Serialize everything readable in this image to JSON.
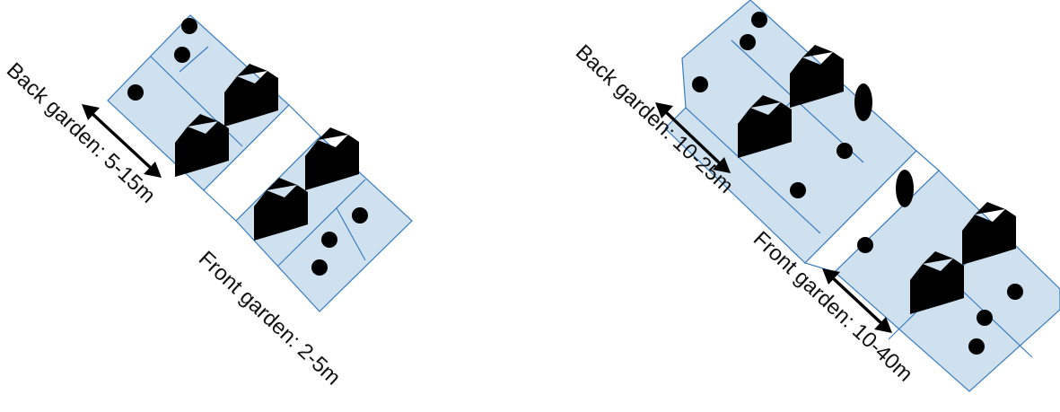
{
  "panels": [
    {
      "back_label": "Back garden: 5-15m",
      "front_label": "Front garden: 2-5m"
    },
    {
      "back_label": "Back garden: 10-25m",
      "front_label": "Front garden: 10-40m"
    }
  ],
  "colors": {
    "plot_fill": "#cfe0ef",
    "outline": "#3a7dbf",
    "house_stroke": "#1f6fb5",
    "arrow": "#000000"
  }
}
